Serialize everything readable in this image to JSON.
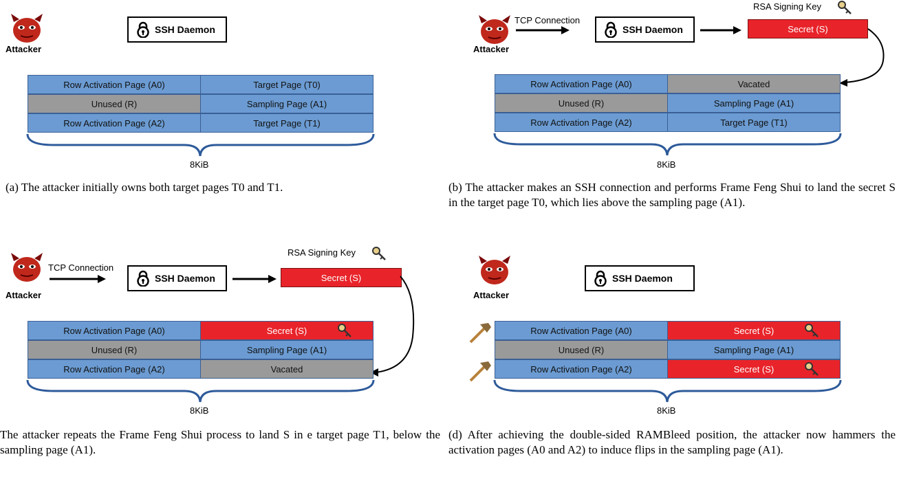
{
  "labels": {
    "attacker": "Attacker",
    "daemon": "SSH Daemon",
    "tcp": "TCP Connection",
    "rsa": "RSA Signing Key",
    "secret": "Secret (S)",
    "size": "8KiB"
  },
  "panels": {
    "a": {
      "rows": [
        [
          "Row Activation Page (A0)",
          "Target Page (T0)"
        ],
        [
          "Unused (R)",
          "Sampling Page (A1)"
        ],
        [
          "Row Activation Page (A2)",
          "Target Page (T1)"
        ]
      ],
      "caption": "(a) The attacker initially owns both target pages T0 and T1."
    },
    "b": {
      "rows": [
        [
          "Row Activation Page (A0)",
          "Vacated"
        ],
        [
          "Unused (R)",
          "Sampling Page (A1)"
        ],
        [
          "Row Activation Page (A2)",
          "Target Page (T1)"
        ]
      ],
      "caption": "(b) The attacker makes an SSH connection and performs Frame Feng Shui to land the secret S in the target page T0, which lies above the sampling page (A1)."
    },
    "c": {
      "rows": [
        [
          "Row Activation Page (A0)",
          "Secret (S)"
        ],
        [
          "Unused (R)",
          "Sampling Page (A1)"
        ],
        [
          "Row Activation Page (A2)",
          "Vacated"
        ]
      ],
      "caption": "The attacker repeats the Frame Feng Shui process to land S in e target page T1, below the sampling page (A1)."
    },
    "d": {
      "rows": [
        [
          "Row Activation Page (A0)",
          "Secret (S)"
        ],
        [
          "Unused (R)",
          "Sampling Page (A1)"
        ],
        [
          "Row Activation Page (A2)",
          "Secret (S)"
        ]
      ],
      "caption": "(d) After achieving the double-sided RAMBleed position, the attacker now hammers the activation pages (A0 and A2) to induce flips in the sampling page (A1)."
    }
  }
}
